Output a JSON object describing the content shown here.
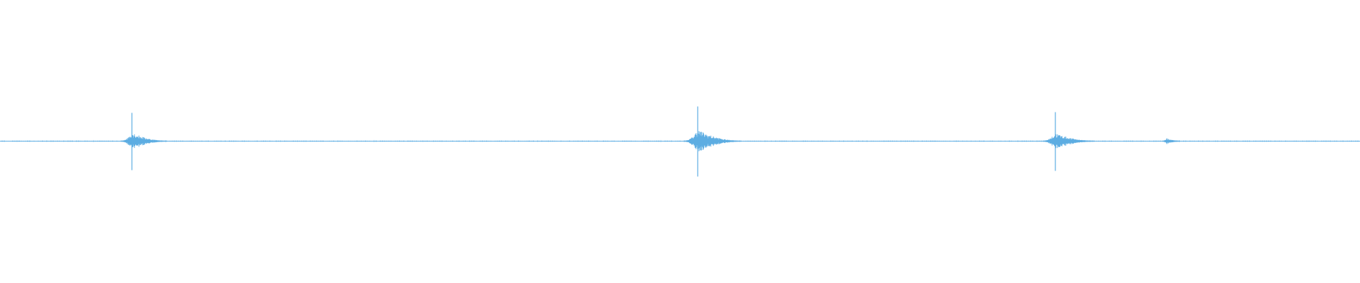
{
  "chart_data": {
    "type": "line",
    "title": "",
    "xlabel": "",
    "ylabel": "",
    "xlim": [
      0,
      1
    ],
    "ylim": [
      -1,
      1
    ],
    "grid": false,
    "legend": "none",
    "series": [
      {
        "color": "#5dade2",
        "baseline": 0,
        "events": [
          {
            "t": 0.097,
            "peak": 0.4,
            "trough": -0.41,
            "burst": 0.12,
            "decay": 0.016
          },
          {
            "t": 0.513,
            "peak": 0.49,
            "trough": -0.5,
            "burst": 0.16,
            "decay": 0.02
          },
          {
            "t": 0.776,
            "peak": 0.41,
            "trough": -0.42,
            "burst": 0.11,
            "decay": 0.018
          },
          {
            "t": 0.858,
            "peak": 0.04,
            "trough": -0.04,
            "burst": 0.03,
            "decay": 0.006
          }
        ]
      }
    ]
  }
}
